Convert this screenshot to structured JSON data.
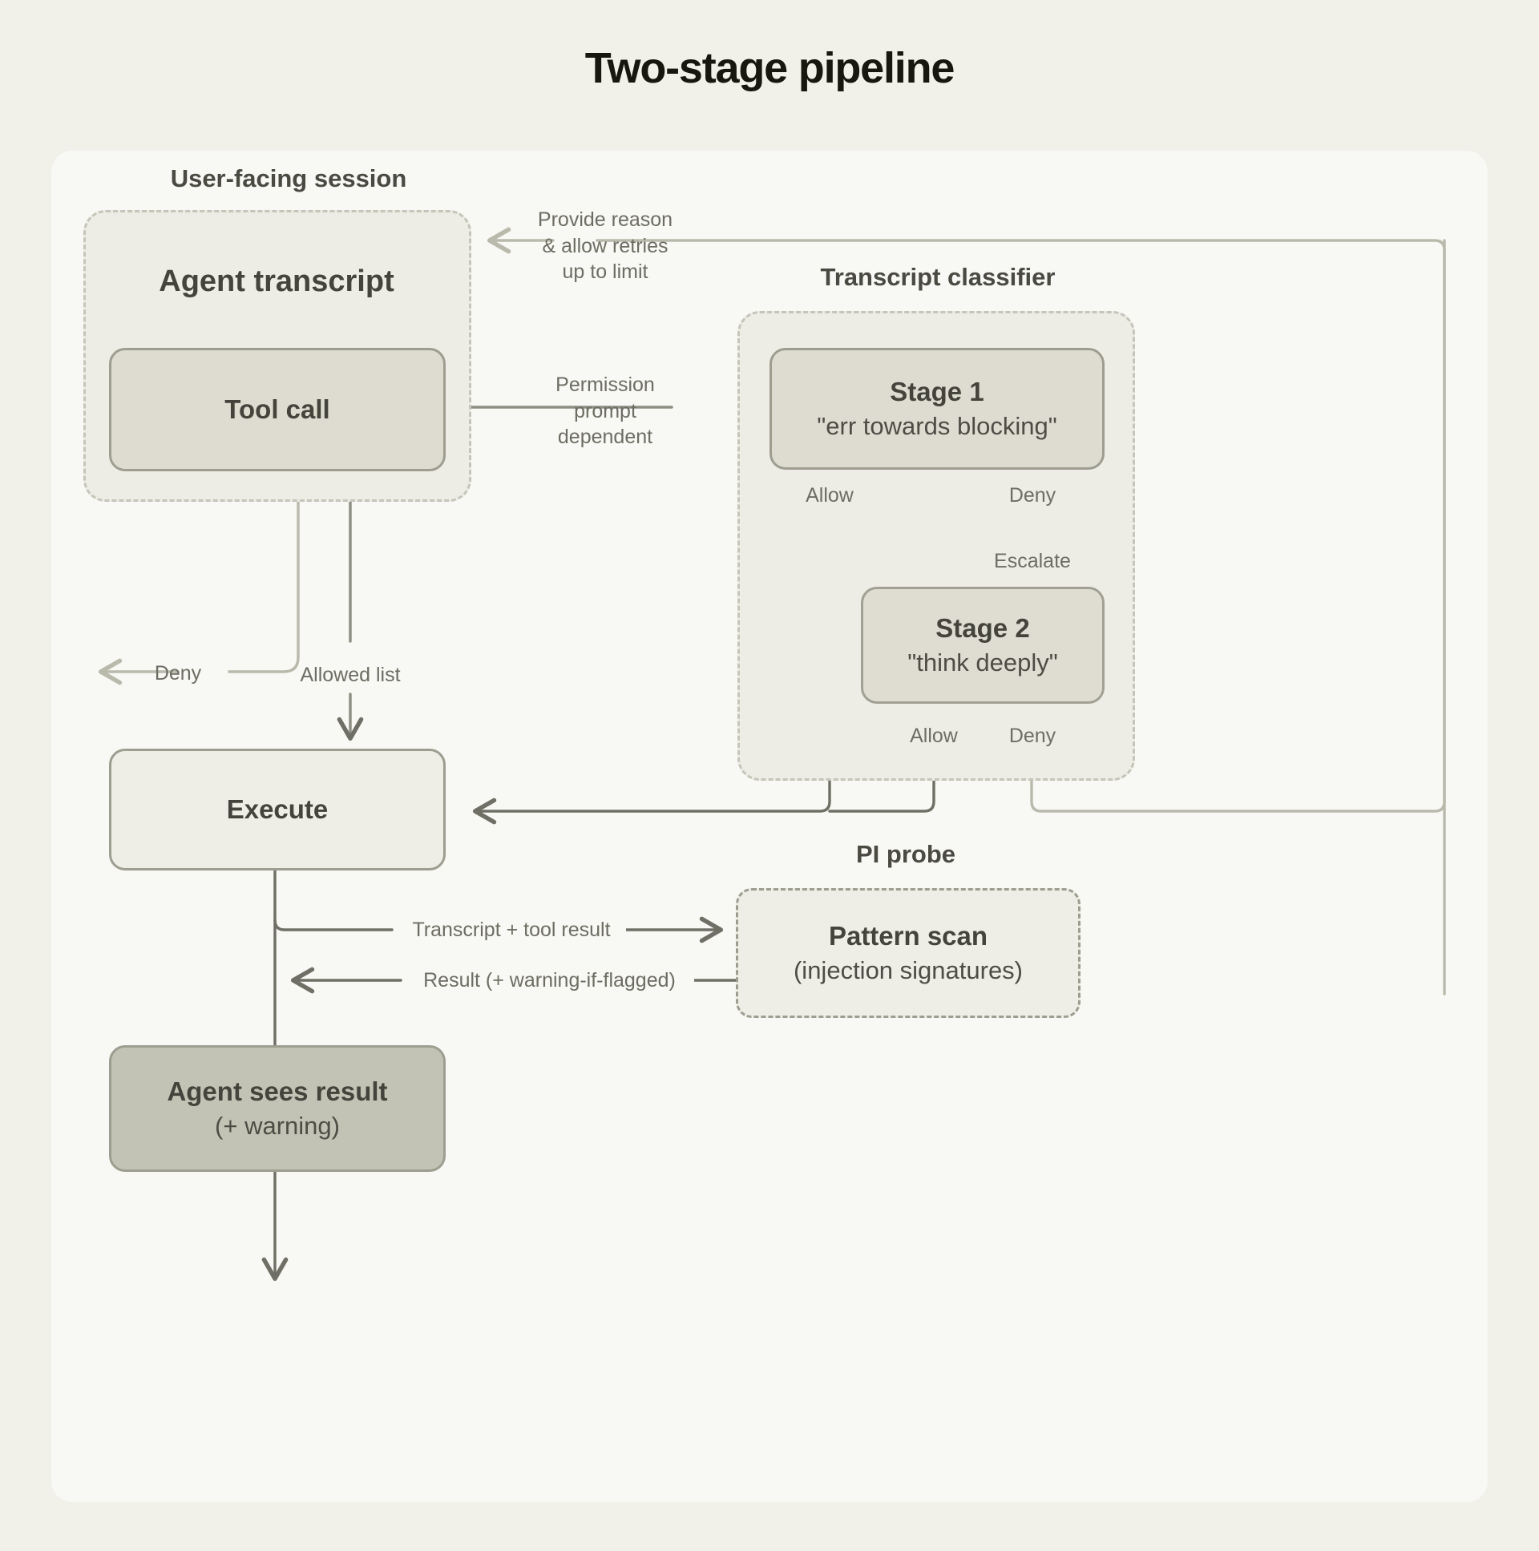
{
  "title": "Two-stage pipeline",
  "groups": {
    "user_session": "User-facing session",
    "transcript_classifier": "Transcript classifier",
    "pi_probe": "PI probe"
  },
  "nodes": {
    "agent_transcript": "Agent transcript",
    "tool_call": "Tool call",
    "stage1_title": "Stage 1",
    "stage1_quote": "\"err towards blocking\"",
    "stage2_title": "Stage 2",
    "stage2_quote": "\"think deeply\"",
    "execute": "Execute",
    "pattern_scan_title": "Pattern scan",
    "pattern_scan_sub": "(injection signatures)",
    "agent_sees_title": "Agent sees result",
    "agent_sees_sub": "(+ warning)"
  },
  "edges": {
    "retry_l1": "Provide reason",
    "retry_l2": "& allow retries",
    "retry_l3": "up to limit",
    "permission_l1": "Permission",
    "permission_l2": "prompt",
    "permission_l3": "dependent",
    "deny_left": "Deny",
    "allowed_list": "Allowed list",
    "stage1_allow": "Allow",
    "stage1_deny": "Deny",
    "escalate": "Escalate",
    "stage2_allow": "Allow",
    "stage2_deny": "Deny",
    "transcript_tool_result": "Transcript + tool result",
    "result_warning": "Result (+ warning-if-flagged)"
  },
  "colors": {
    "page_bg": "#f1f1ea",
    "canvas_bg": "#f8f8f4",
    "region_bg": "#edede5",
    "node_dark": "#dedcd1",
    "node_darker": "#c3c3b5",
    "node_light": "#eeeee7",
    "border": "#9d9d90",
    "dashed_border": "#c5c5ba",
    "wire_strong": "#6f6f65",
    "wire_weak": "#b9b9ac",
    "title_text": "#17170f",
    "body_text": "#4a4a42",
    "label_text": "#6d6d63"
  }
}
